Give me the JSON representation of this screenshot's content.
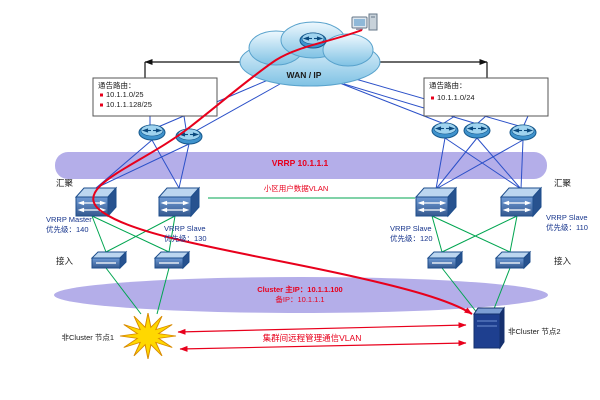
{
  "colors": {
    "band_purple": "#b4aee9",
    "accent_red": "#e8001c",
    "link_green": "#00a550",
    "link_blue": "#2b50c8",
    "star_yellow": "#ffd800",
    "cloud_blue": "#8ec9e8"
  },
  "wan": {
    "cloud_label": "WAN / IP"
  },
  "route_boxes": {
    "left": {
      "title": "通告路由：",
      "items": [
        "10.1.1.0/25",
        "10.1.1.128/25"
      ]
    },
    "right": {
      "title": "通告路由：",
      "items": [
        "10.1.1.0/24"
      ]
    }
  },
  "bands": {
    "vrrp": "VRRP 10.1.1.1",
    "user_vlan": "小区用户数据VLAN",
    "cluster_line1": "Cluster 主IP：10.1.1.100",
    "cluster_line2": "备IP：10.1.1.1"
  },
  "layers": {
    "agg_left": "汇聚",
    "agg_right": "汇聚",
    "access_left": "接入",
    "access_right": "接入"
  },
  "vrrp_nodes": [
    {
      "role": "VRRP Master",
      "priority": "优先级：140"
    },
    {
      "role": "VRRP Slave",
      "priority": "优先级：130"
    },
    {
      "role": "VRRP Slave",
      "priority": "优先级：120"
    },
    {
      "role": "VRRP Slave",
      "priority": "优先级：110"
    }
  ],
  "bottom": {
    "node1": "非Cluster 节点1",
    "node2": "非Cluster 节点2",
    "mgmt_vlan": "集群间远程管理通信VLAN"
  }
}
